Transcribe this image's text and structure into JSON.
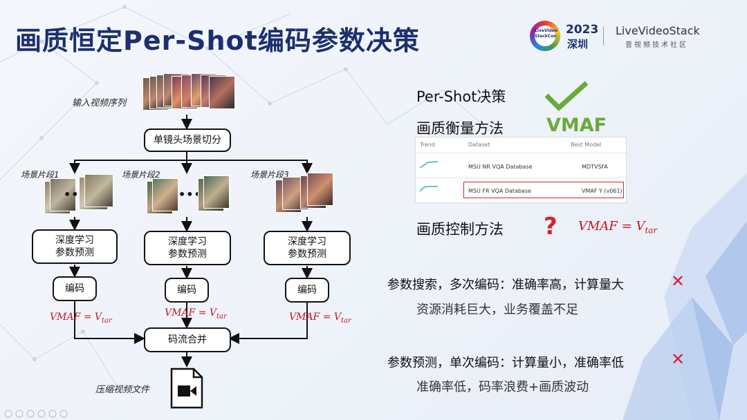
{
  "slide": {
    "title": "画质恒定Per-Shot编码参数决策",
    "brand": {
      "logo_text": "LiveVideo StackCon",
      "year": "2023",
      "city": "深圳",
      "name": "LiveVideoStack",
      "subtitle": "音视频技术社区"
    }
  },
  "flow": {
    "input_label": "输入视频序列",
    "scene_cut": "单镜头场景切分",
    "segments": [
      {
        "label": "场景片段1",
        "predict": "深度学习\n参数预测",
        "encode": "编码",
        "constraint": "VMAF = V",
        "constraint_sub": "tar"
      },
      {
        "label": "场景片段2",
        "predict": "深度学习\n参数预测",
        "encode": "编码",
        "constraint": "VMAF = V",
        "constraint_sub": "tar"
      },
      {
        "label": "场景片段3",
        "predict": "深度学习\n参数预测",
        "encode": "编码",
        "constraint": "VMAF = V",
        "constraint_sub": "tar"
      }
    ],
    "merge": "码流合并",
    "output_label": "压缩视频文件"
  },
  "right": {
    "per_shot": "Per-Shot决策",
    "quality_metric_label": "画质衡量方法",
    "quality_metric_value": "VMAF",
    "table": {
      "headers": [
        "Trend",
        "Dataset",
        "Best Model"
      ],
      "rows": [
        {
          "dataset": "MSU NR VQA Database",
          "model": "MDTVSFA"
        },
        {
          "dataset": "MSU FR VQA Database",
          "model": "VMAF Y (v061)"
        }
      ]
    },
    "quality_control_label": "画质控制方法",
    "quality_control_mark": "?",
    "quality_control_eq": "VMAF = V",
    "quality_control_eq_sub": "tar",
    "approaches": [
      {
        "title": "参数搜索，多次编码：准确率高，计算量大",
        "detail": "资源消耗巨大，业务覆盖不足",
        "mark": "✕"
      },
      {
        "title": "参数预测，单次编码：计算量小，准确率低",
        "detail": "准确率低，码率浪费+画质波动",
        "mark": "✕"
      }
    ]
  },
  "colors": {
    "title": "#1c2f6e",
    "accent_red": "#c0171d",
    "check_green": "#6aaa3a"
  }
}
